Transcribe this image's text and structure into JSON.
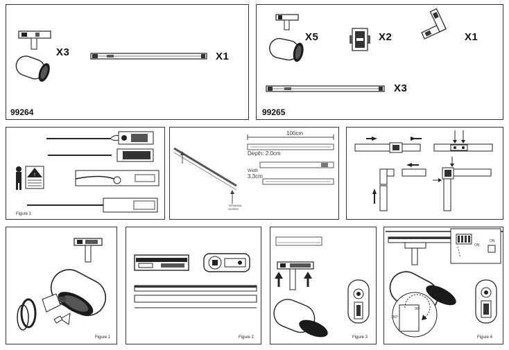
{
  "set_99264": {
    "code": "99264",
    "spot_qty": "X3",
    "rail_qty": "X1"
  },
  "set_99265": {
    "code": "99265",
    "spot_qty": "X5",
    "connector_qty": "X2",
    "corner_qty": "X1",
    "rail_qty": "X3"
  },
  "wiring_panel": {
    "caption": "Figure 1"
  },
  "rail_panel": {
    "length": "100cm",
    "depth": "Depth: 2.0cm",
    "width_label": "Width",
    "width_value": "3.3cm",
    "note": "TERMINAL SCREW"
  },
  "spot_assembly_panel": {
    "caption": "Figure 1"
  },
  "adapter_panel": {
    "caption": "Figure 2"
  },
  "mount_panel": {
    "caption": "Figure 3"
  },
  "rotation_panel": {
    "caption": "Figure 4",
    "angle_1": "90°",
    "angle_2": "350°",
    "switch_label_1": "ON",
    "switch_label_2": "ON"
  },
  "colors": {
    "line": "#222222",
    "fill_dark": "#1a1a1a",
    "fill_mid": "#777777"
  }
}
